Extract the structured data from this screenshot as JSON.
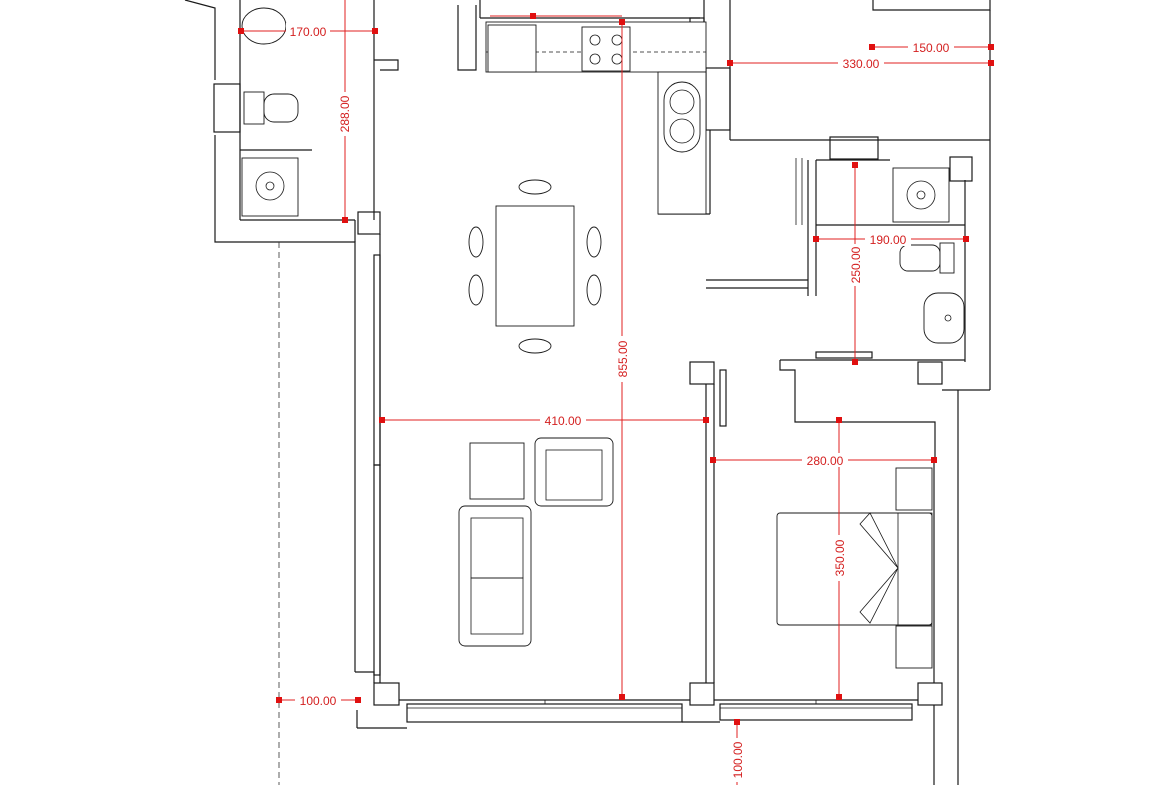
{
  "dimensions": {
    "bath_width": "170.00",
    "bath_height": "288.00",
    "bedroom_strip": "150.00",
    "kitchen_right": "330.00",
    "bath2_width": "190.00",
    "bath2_height": "250.00",
    "overall_height": "855.00",
    "living_width": "410.00",
    "bedroom_width": "280.00",
    "bedroom_height": "350.00",
    "balcony_left": "100.00",
    "balcony_bottom": "100.00"
  },
  "colors": {
    "dimension": "#e02020",
    "line": "#1a1a1a"
  }
}
